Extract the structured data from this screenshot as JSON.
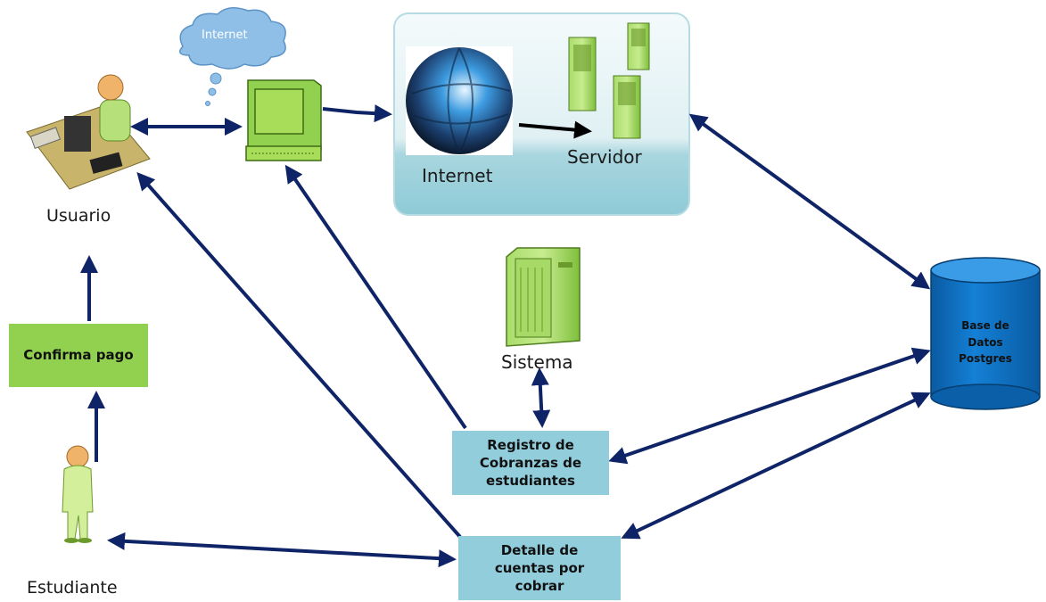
{
  "labels": {
    "cloud": "Internet",
    "usuario": "Usuario",
    "estudiante": "Estudiante",
    "internet": "Internet",
    "servidor": "Servidor",
    "sistema": "Sistema"
  },
  "boxes": {
    "confirma": "Confirma pago",
    "registro_l1": "Registro de",
    "registro_l2": "Cobranzas de",
    "registro_l3": "estudiantes",
    "detalle_l1": "Detalle de",
    "detalle_l2": "cuentas por",
    "detalle_l3": "cobrar"
  },
  "database": {
    "l1": "Base de",
    "l2": "Datos",
    "l3": "Postgres"
  },
  "colors": {
    "arrow": "#0f2466",
    "green": "#92d050",
    "teal": "#92cddc",
    "db": "#0e6fbf",
    "cloud": "#8fbfe7"
  }
}
